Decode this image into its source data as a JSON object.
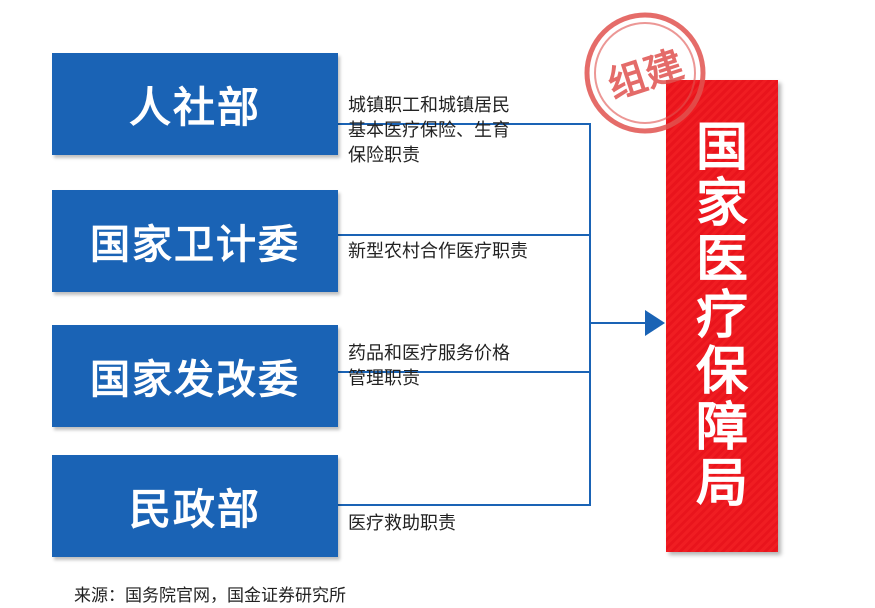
{
  "sources": [
    {
      "name": "人社部",
      "duty": "城镇职工和城镇居民\n基本医疗保险、生育\n保险职责"
    },
    {
      "name": "国家卫计委",
      "duty": "新型农村合作医疗职责"
    },
    {
      "name": "国家发改委",
      "duty": "药品和医疗服务价格\n管理职责"
    },
    {
      "name": "民政部",
      "duty": "医疗救助职责"
    }
  ],
  "target": {
    "chars": [
      "国",
      "家",
      "医",
      "疗",
      "保",
      "障",
      "局"
    ]
  },
  "stamp": {
    "text": "组建"
  },
  "caption": "来源：国务院官网，国金证券研究所",
  "colors": {
    "box_blue": "#1a63b5",
    "line_blue": "#1a63b5",
    "target_red": "#e9141c",
    "stamp_red": "#e0524f"
  }
}
